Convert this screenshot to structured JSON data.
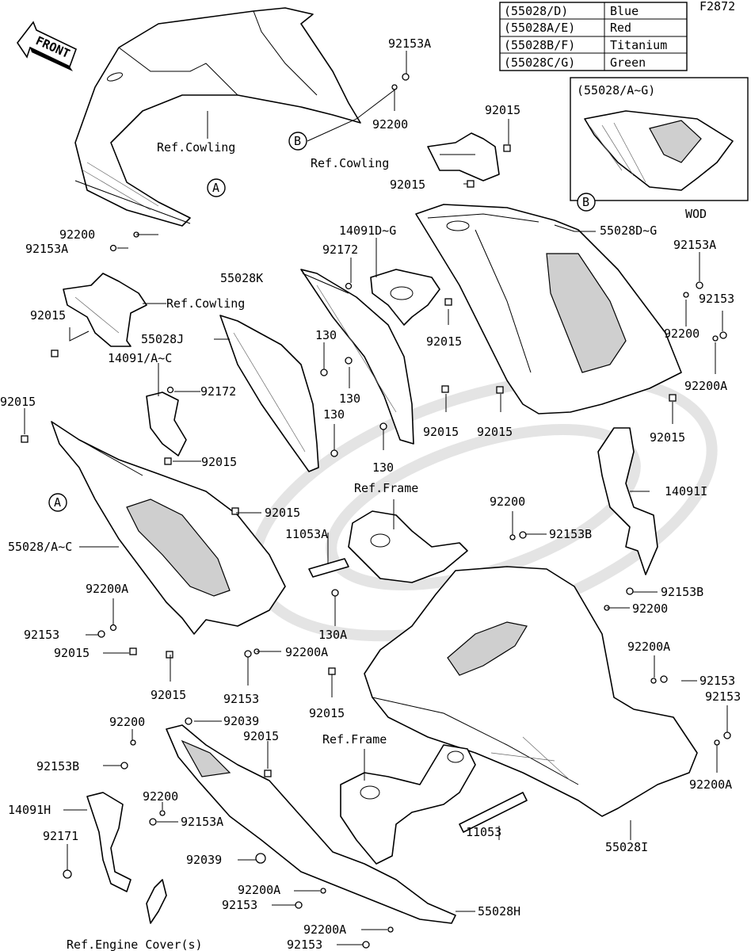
{
  "figure_code": "F2872",
  "front_label": "FRONT",
  "color_table": [
    {
      "code": "(55028/D)",
      "color": "Blue"
    },
    {
      "code": "(55028A/E)",
      "color": "Red"
    },
    {
      "code": "(55028B/F)",
      "color": "Titanium"
    },
    {
      "code": "(55028C/G)",
      "color": "Green"
    }
  ],
  "inset": {
    "title": "(55028/A~G)",
    "caption": "WOD"
  },
  "callouts": {
    "a": "A",
    "b": "B"
  },
  "labels": {
    "l_92153A_top": "92153A",
    "l_92200_top": "92200",
    "l_refcowl_top": "Ref.Cowling",
    "l_a_92200": "92200",
    "l_a_92153A": "92153A",
    "l_92015_a": "92015",
    "l_refcowl_mid": "Ref.Cowling",
    "l_92015_b": "92015",
    "l_14091DG": "14091D~G",
    "l_92172_a": "92172",
    "l_55028DG": "55028D~G",
    "l_92153A_right": "92153A",
    "l_55028K": "55028K",
    "l_refcowl_left": "Ref.Cowling",
    "l_92153_right": "92153",
    "l_92015_left": "92015",
    "l_55028J": "55028J",
    "l_130_a": "130",
    "l_92015_c": "92015",
    "l_92200_right": "92200",
    "l_14091AC": "14091/A~C",
    "l_92172_b": "92172",
    "l_130_b": "130",
    "l_92200A_right": "92200A",
    "l_92015_edge": "92015",
    "l_130_c": "130",
    "l_92015_d": "92015",
    "l_92015_e": "92015",
    "l_92015_f": "92015",
    "l_92015_g": "92015",
    "l_130_d": "130",
    "l_14091I": "14091I",
    "l_refframe_top": "Ref.Frame",
    "l_92015_h": "92015",
    "l_92200_mid": "92200",
    "l_11053A": "11053A",
    "l_92153B_a": "92153B",
    "l_55028AC": "55028/A~C",
    "l_92200A_left": "92200A",
    "l_92153B_b": "92153B",
    "l_130A": "130A",
    "l_92200_b": "92200",
    "l_92153_left": "92153",
    "l_92015_i": "92015",
    "l_92200A_mid": "92200A",
    "l_92200A_rb": "92200A",
    "l_92015_j": "92015",
    "l_92153_mid": "92153",
    "l_92153_rb": "92153",
    "l_92015_k": "92015",
    "l_92153_rb2": "92153",
    "l_92200_lower": "92200",
    "l_92039_a": "92039",
    "l_92015_l": "92015",
    "l_refframe_low": "Ref.Frame",
    "l_92153B_c": "92153B",
    "l_92200A_rb2": "92200A",
    "l_92200_c": "92200",
    "l_14091H": "14091H",
    "l_92153A_low": "92153A",
    "l_92171": "92171",
    "l_92039_b": "92039",
    "l_11053": "11053",
    "l_55028I": "55028I",
    "l_92200A_bot": "92200A",
    "l_92153_bot": "92153",
    "l_55028H": "55028H",
    "l_92200A_bot2": "92200A",
    "l_92153_bot2": "92153",
    "l_refengine": "Ref.Engine Cover(s)"
  }
}
